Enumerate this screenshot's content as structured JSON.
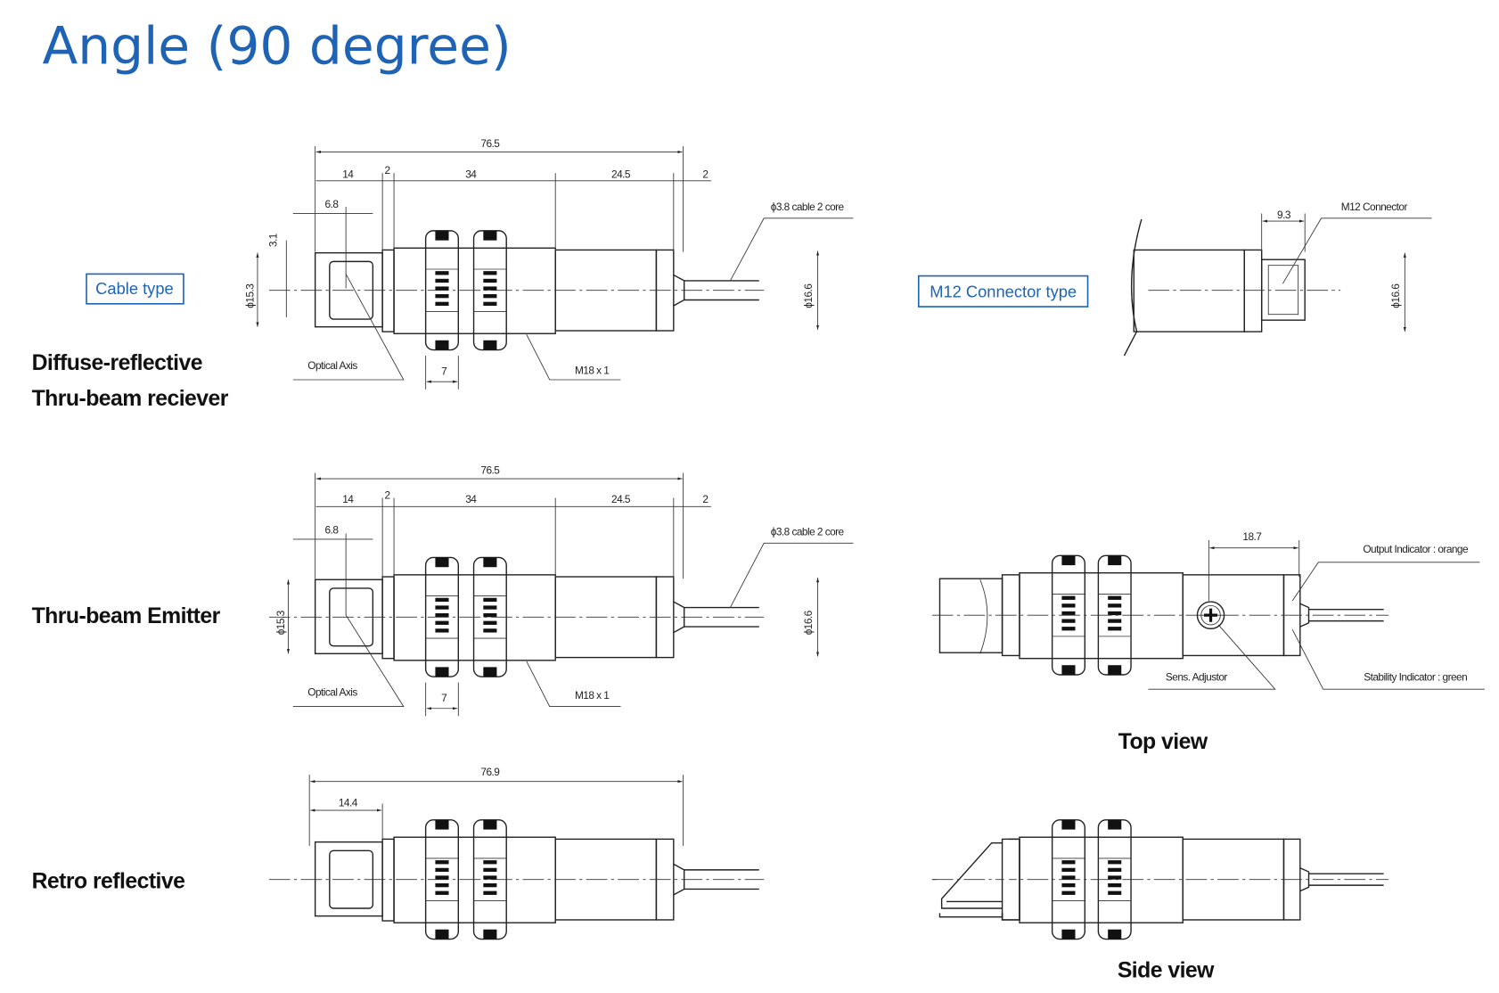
{
  "title": "Angle (90 degree)",
  "mounting_types": {
    "cable": "Cable type",
    "m12": "M12 Connector type"
  },
  "rows": {
    "diffuse": "Diffuse-reflective",
    "thru_receiver": "Thru-beam reciever",
    "thru_emitter": "Thru-beam Emitter",
    "retro": "Retro reflective"
  },
  "dims": {
    "total": "76.5",
    "front": "14",
    "gap": "2",
    "thread": "34",
    "rear": "24.5",
    "end": "2",
    "optical_offset": "6.8",
    "axis_offset": "3.1",
    "front_dia": "ϕ15.3",
    "body_dia": "ϕ16.6",
    "nut": "7",
    "cable": "ϕ3.8 cable 2 core",
    "thread_spec": "M18 x 1",
    "optical_axis": "Optical Axis",
    "retro_total": "76.9",
    "retro_front": "14.4",
    "m12_len": "9.3",
    "m12_label": "M12 Connector",
    "adj_pos": "18.7"
  },
  "top_view": {
    "title": "Top view",
    "output": "Output Indicator : orange",
    "stability": "Stability Indicator : green",
    "adjustor": "Sens. Adjustor"
  },
  "side_view": {
    "title": "Side view"
  }
}
